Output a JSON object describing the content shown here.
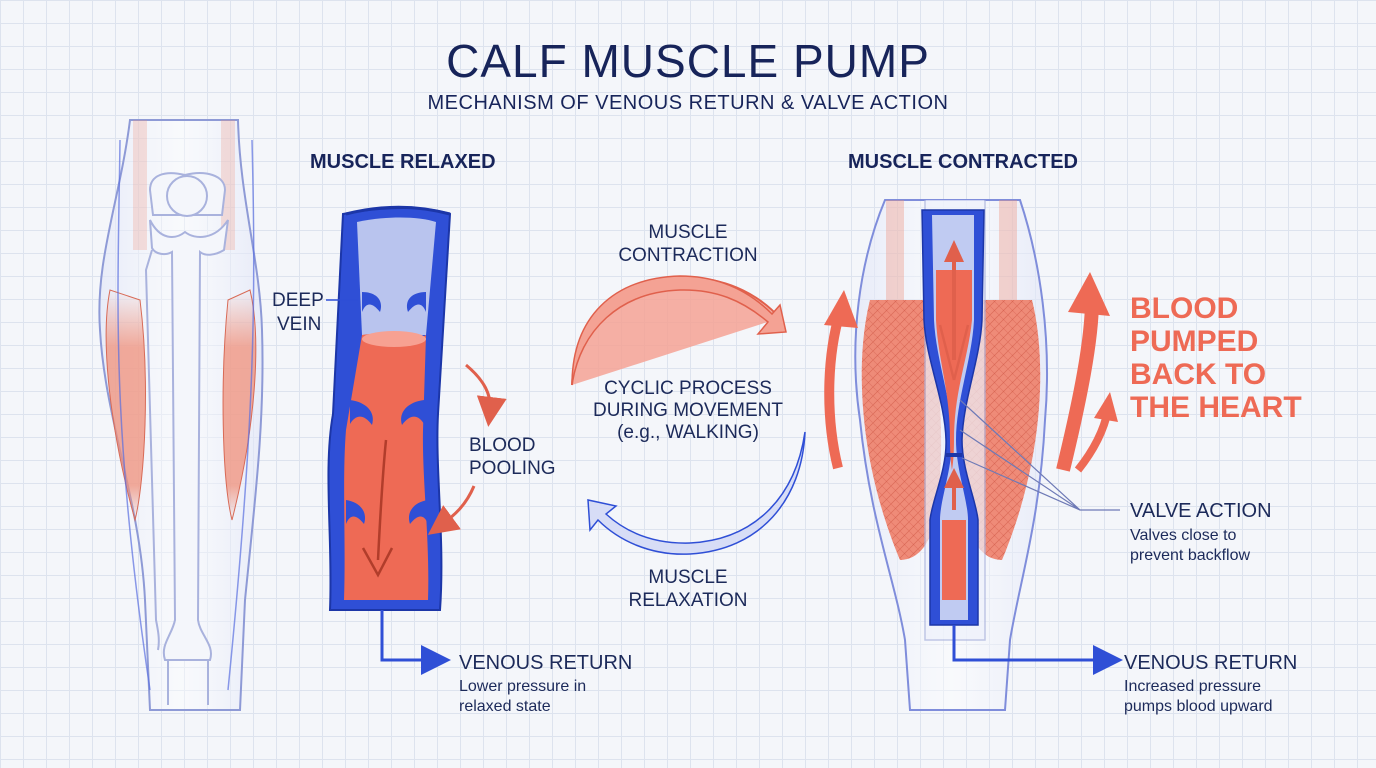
{
  "title": "CALF MUSCLE PUMP",
  "subtitle": "MECHANISM OF VENOUS RETURN & VALVE ACTION",
  "relaxed": {
    "heading": "MUSCLE RELAXED",
    "deep_vein": [
      "DEEP",
      "VEIN"
    ],
    "pooling": [
      "BLOOD",
      "POOLING"
    ],
    "venous_return_title": "VENOUS RETURN",
    "venous_return_desc": [
      "Lower pressure in",
      "relaxed state"
    ]
  },
  "cycle": {
    "top_label": [
      "MUSCLE",
      "CONTRACTION"
    ],
    "center": [
      "CYCLIC PROCESS",
      "DURING MOVEMENT",
      "(e.g., WALKING)"
    ],
    "bottom_label": [
      "MUSCLE",
      "RELAXATION"
    ]
  },
  "contracted": {
    "heading": "MUSCLE CONTRACTED",
    "pumped": [
      "BLOOD",
      "PUMPED",
      "BACK TO",
      "THE HEART"
    ],
    "valve_title": "VALVE ACTION",
    "valve_desc": [
      "Valves close to",
      "prevent backflow"
    ],
    "venous_return_title": "VENOUS RETURN",
    "venous_return_desc": [
      "Increased pressure",
      "pumps blood upward"
    ]
  },
  "colors": {
    "vein_blue": "#2f4fd6",
    "blood_red": "#ee6a55",
    "muscle_red": "#f0907a",
    "text_navy": "#17245a"
  }
}
